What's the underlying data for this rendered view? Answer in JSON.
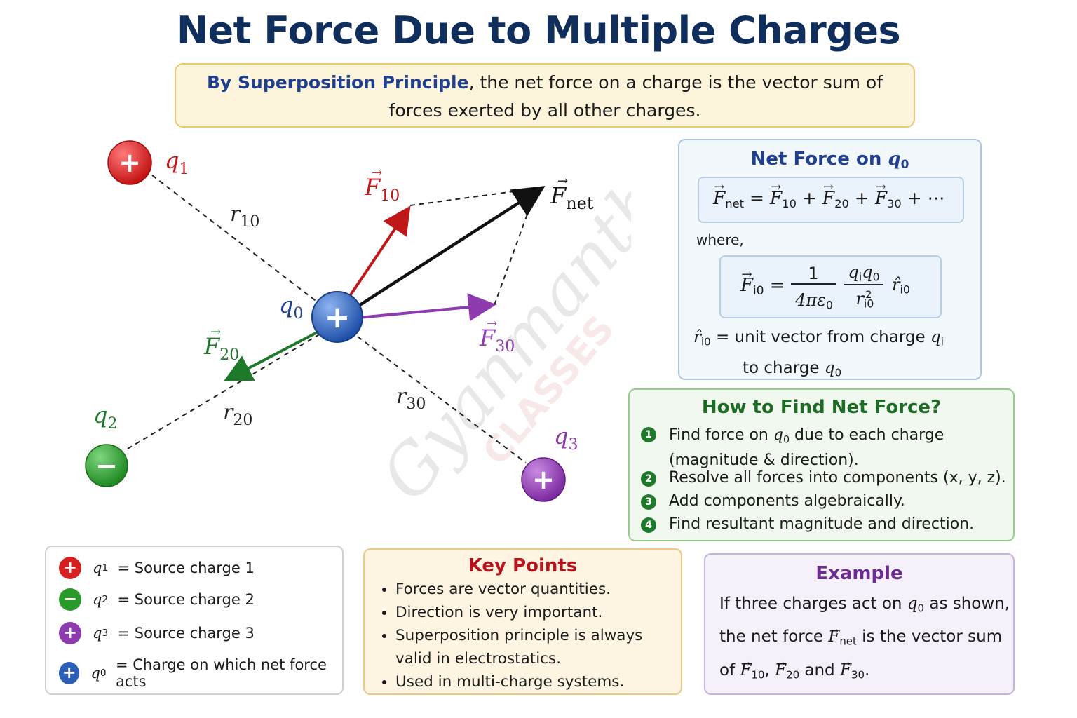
{
  "title": "Net Force Due to Multiple Charges",
  "intro": {
    "highlight": "By Superposition Principle",
    "rest_line1": ", the net force on a charge is the vector sum of",
    "line2": "forces exerted by all other charges."
  },
  "diagram": {
    "charges": [
      {
        "id": "q1",
        "label": "q",
        "sub": "1",
        "sign": "+",
        "color": "#d62020"
      },
      {
        "id": "q2",
        "label": "q",
        "sub": "2",
        "sign": "−",
        "color": "#2a9a2a"
      },
      {
        "id": "q3",
        "label": "q",
        "sub": "3",
        "sign": "+",
        "color": "#8e3bb0"
      },
      {
        "id": "q0",
        "label": "q",
        "sub": "0",
        "sign": "+",
        "color": "#2c5fb8"
      }
    ],
    "force_labels": [
      {
        "id": "F10",
        "base": "F",
        "sub": "10",
        "color": "#c01818"
      },
      {
        "id": "F20",
        "base": "F",
        "sub": "20",
        "color": "#1e7a2a"
      },
      {
        "id": "F30",
        "base": "F",
        "sub": "30",
        "color": "#8e3bb0"
      },
      {
        "id": "Fnet",
        "base": "F",
        "sub": "net",
        "color": "#111111"
      }
    ],
    "distance_labels": [
      {
        "id": "r10",
        "base": "r",
        "sub": "10"
      },
      {
        "id": "r20",
        "base": "r",
        "sub": "20"
      },
      {
        "id": "r30",
        "base": "r",
        "sub": "30"
      }
    ],
    "watermark": "Gyanmanthan CLASSES"
  },
  "net_force_panel": {
    "title_text": "Net Force on ",
    "title_var": "q",
    "title_sub": "0",
    "equation": "= F10 + F20 + F30 + ⋯",
    "where": "where,",
    "coulomb_numerator_const": "1",
    "coulomb_denominator_const": "4πε",
    "unit_vector_desc_line1": "= unit vector from charge",
    "unit_vector_desc_line2": "to charge"
  },
  "how_panel": {
    "title": "How to Find Net Force?",
    "steps": [
      {
        "n": "1",
        "text_a": "Find force on ",
        "var": "q",
        "sub": "0",
        "text_b": " due to each charge",
        "text_c": "(magnitude & direction)."
      },
      {
        "n": "2",
        "text": "Resolve all forces into components (x, y, z)."
      },
      {
        "n": "3",
        "text": "Add components algebraically."
      },
      {
        "n": "4",
        "text": "Find resultant magnitude and direction."
      }
    ]
  },
  "legend": [
    {
      "sign": "+",
      "color": "#d62020",
      "var": "q",
      "sub": "1",
      "text": "= Source charge 1"
    },
    {
      "sign": "−",
      "color": "#2a9a2a",
      "var": "q",
      "sub": "2",
      "text": "= Source charge 2"
    },
    {
      "sign": "+",
      "color": "#8e3bb0",
      "var": "q",
      "sub": "3",
      "text": "= Source charge 3"
    },
    {
      "sign": "+",
      "color": "#2c5fb8",
      "var": "q",
      "sub": "0",
      "text": "= Charge on which net force acts"
    }
  ],
  "key_points": {
    "title": "Key Points",
    "items": [
      "Forces are vector quantities.",
      "Direction is very important.",
      "Superposition principle is always valid in electrostatics.",
      "Used in multi-charge systems."
    ]
  },
  "example": {
    "title": "Example",
    "line1_a": "If three charges act on ",
    "line1_b": " as shown,",
    "line2_a": "the net force ",
    "line2_b": " is the vector sum",
    "line3_a": "of ",
    "line3_sep": ", ",
    "line3_and": " and ",
    "line3_end": "."
  },
  "colors": {
    "title": "#0f2e5c",
    "blue_heading": "#1f3f8f",
    "green_heading": "#1e6b26",
    "red_heading": "#b8121b",
    "purple_heading": "#6a2c8f"
  }
}
